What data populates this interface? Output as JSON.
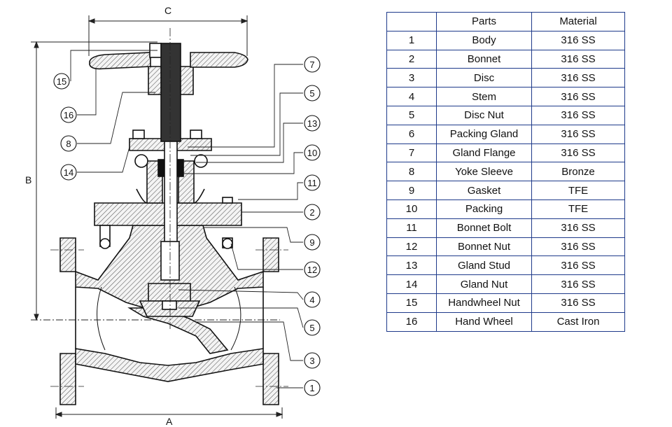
{
  "diagram": {
    "dimensions": {
      "a": "A",
      "b": "B",
      "c": "C"
    },
    "callouts": [
      "15",
      "16",
      "8",
      "14",
      "7",
      "5",
      "13",
      "10",
      "11",
      "2",
      "9",
      "12",
      "4",
      "5",
      "3",
      "1"
    ]
  },
  "table": {
    "headers": {
      "no": "",
      "part": "Parts",
      "material": "Material"
    },
    "rows": [
      {
        "no": "1",
        "part": "Body",
        "material": "316 SS"
      },
      {
        "no": "2",
        "part": "Bonnet",
        "material": "316 SS"
      },
      {
        "no": "3",
        "part": "Disc",
        "material": "316 SS"
      },
      {
        "no": "4",
        "part": "Stem",
        "material": "316 SS"
      },
      {
        "no": "5",
        "part": "Disc Nut",
        "material": "316 SS"
      },
      {
        "no": "6",
        "part": "Packing Gland",
        "material": "316 SS"
      },
      {
        "no": "7",
        "part": "Gland Flange",
        "material": "316 SS"
      },
      {
        "no": "8",
        "part": "Yoke Sleeve",
        "material": "Bronze"
      },
      {
        "no": "9",
        "part": "Gasket",
        "material": "TFE"
      },
      {
        "no": "10",
        "part": "Packing",
        "material": "TFE"
      },
      {
        "no": "11",
        "part": "Bonnet Bolt",
        "material": "316 SS"
      },
      {
        "no": "12",
        "part": "Bonnet Nut",
        "material": "316 SS"
      },
      {
        "no": "13",
        "part": "Gland Stud",
        "material": "316 SS"
      },
      {
        "no": "14",
        "part": "Gland Nut",
        "material": "316 SS"
      },
      {
        "no": "15",
        "part": "Handwheel Nut",
        "material": "316 SS"
      },
      {
        "no": "16",
        "part": "Hand Wheel",
        "material": "Cast Iron"
      }
    ]
  }
}
